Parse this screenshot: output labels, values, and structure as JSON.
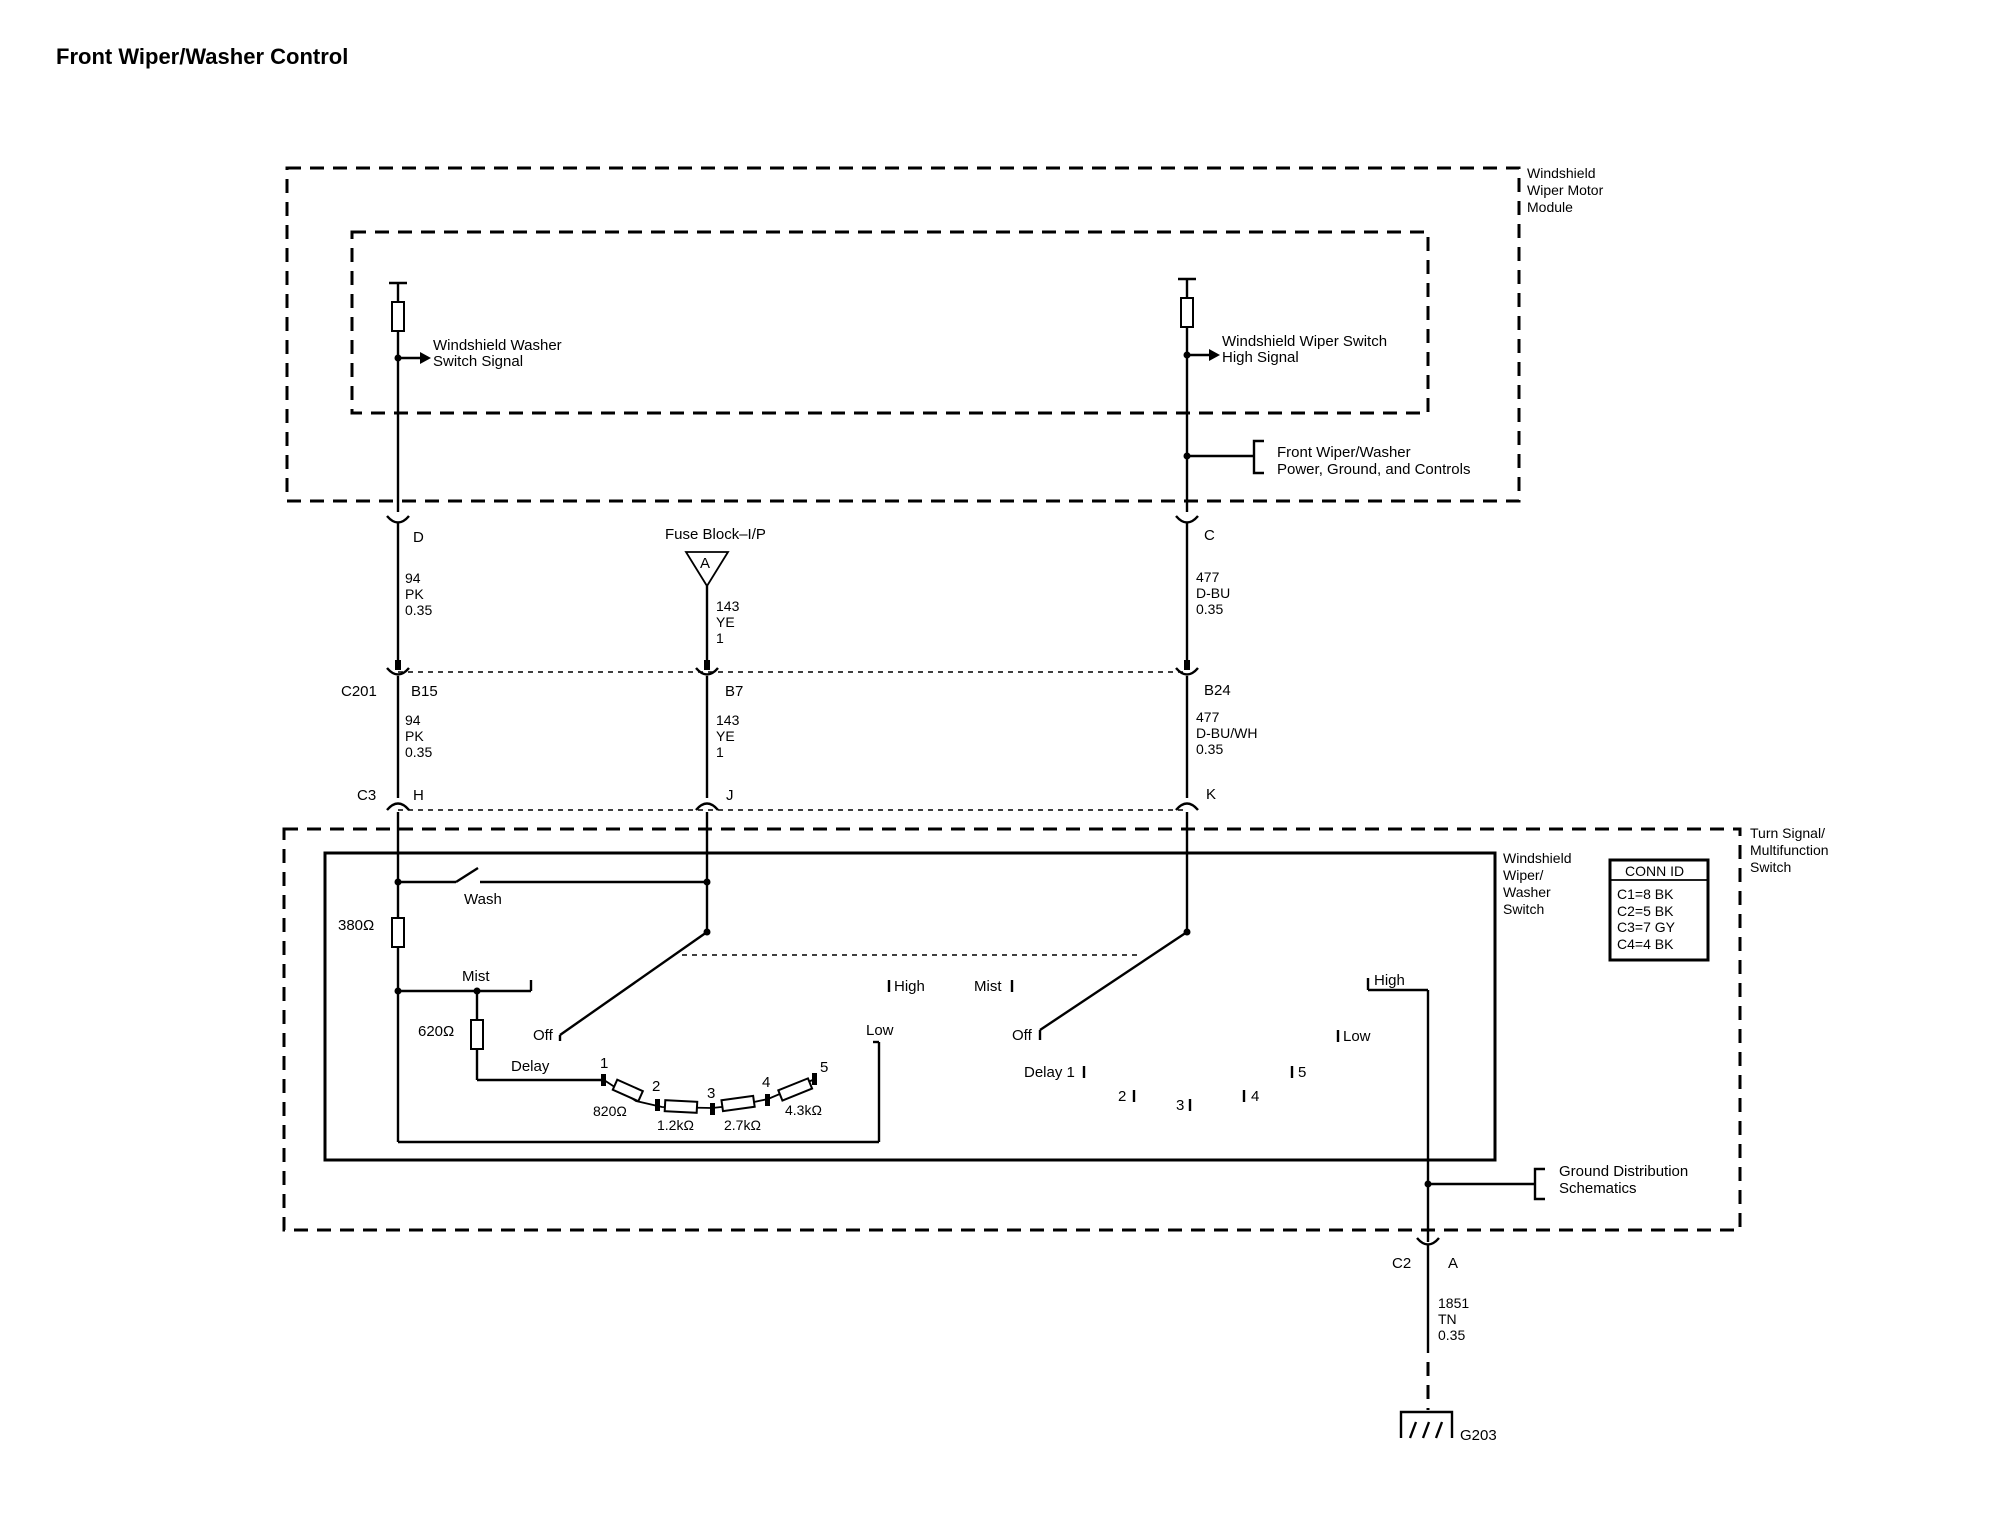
{
  "title": "Front Wiper/Washer Control",
  "modules": {
    "wiper_motor_module": [
      "Windshield",
      "Wiper Motor",
      "Module"
    ],
    "turn_signal_switch": [
      "Turn Signal/",
      "Multifunction",
      "Switch"
    ],
    "wiper_washer_switch": [
      "Windshield",
      "Wiper/",
      "Washer",
      "Switch"
    ]
  },
  "signals": {
    "washer_signal": [
      "Windshield Washer",
      "Switch Signal"
    ],
    "wiper_high_signal": [
      "Windshield Wiper Switch",
      "High Signal"
    ],
    "power_ref": [
      "Front Wiper/Washer",
      "Power, Ground, and Controls"
    ],
    "ground_ref": [
      "Ground Distribution",
      "Schematics"
    ]
  },
  "fuse": {
    "label": "Fuse Block–I/P",
    "letter": "A"
  },
  "connectors": {
    "pin_d": "D",
    "pin_c": "C",
    "c201": "C201",
    "b15": "B15",
    "b7": "B7",
    "b24": "B24",
    "c3": "C3",
    "h": "H",
    "j": "J",
    "k": "K",
    "c2": "C2",
    "a": "A"
  },
  "wires": {
    "d_circuit": [
      "94",
      "PK",
      "0.35"
    ],
    "fuse_circuit": [
      "143",
      "YE",
      "1"
    ],
    "c_circuit": [
      "477",
      "D-BU",
      "0.35"
    ],
    "b15_circuit": [
      "94",
      "PK",
      "0.35"
    ],
    "b7_circuit": [
      "143",
      "YE",
      "1"
    ],
    "b24_circuit": [
      "477",
      "D-BU/WH",
      "0.35"
    ],
    "ground_circuit": [
      "1851",
      "TN",
      "0.35"
    ]
  },
  "switch": {
    "wash": "Wash",
    "mist": "Mist",
    "off_left": "Off",
    "delay_left": "Delay",
    "high_mid": "High",
    "mist_mid": "Mist",
    "low_left": "Low",
    "off_right": "Off",
    "delay_right": "Delay 1",
    "pos2": "2",
    "pos3": "3",
    "pos4": "4",
    "pos5": "5",
    "high_right": "High",
    "low_right": "Low",
    "delay_taps": [
      "1",
      "2",
      "3",
      "4",
      "5"
    ]
  },
  "resistors": {
    "r380": "380Ω",
    "r620": "620Ω",
    "r820": "820Ω",
    "r1k2": "1.2kΩ",
    "r2k7": "2.7kΩ",
    "r4k3": "4.3kΩ"
  },
  "conn_id": {
    "header": "CONN ID",
    "rows": [
      "C1=8 BK",
      "C2=5 BK",
      "C3=7 GY",
      "C4=4 BK"
    ]
  },
  "ground": {
    "label": "G203"
  }
}
